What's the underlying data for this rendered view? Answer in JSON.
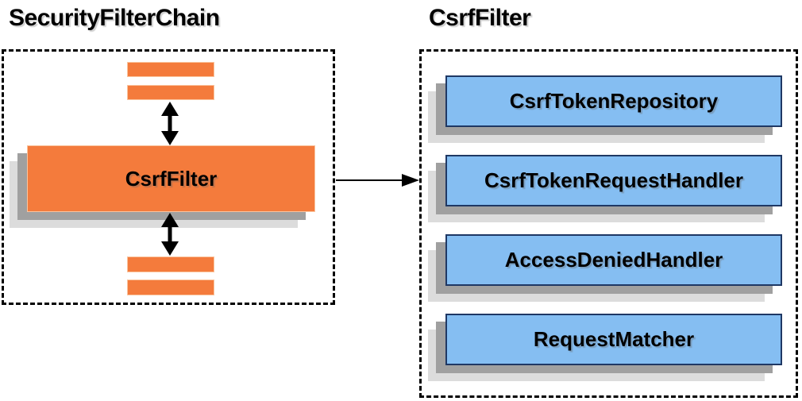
{
  "left_panel": {
    "title": "SecurityFilterChain",
    "csrf_filter_label": "CsrfFilter"
  },
  "right_panel": {
    "title": "CsrfFilter",
    "components": [
      "CsrfTokenRepository",
      "CsrfTokenRequestHandler",
      "AccessDeniedHandler",
      "RequestMatcher"
    ]
  },
  "colors": {
    "orange": "#F47B3C",
    "orange_border": "#FAC49E",
    "blue_fill": "#85BEF2",
    "blue_border": "#1F3864",
    "shadow_medium": "#A0A0A0",
    "shadow_light": "#DCDCDC",
    "ink": "#000000"
  }
}
